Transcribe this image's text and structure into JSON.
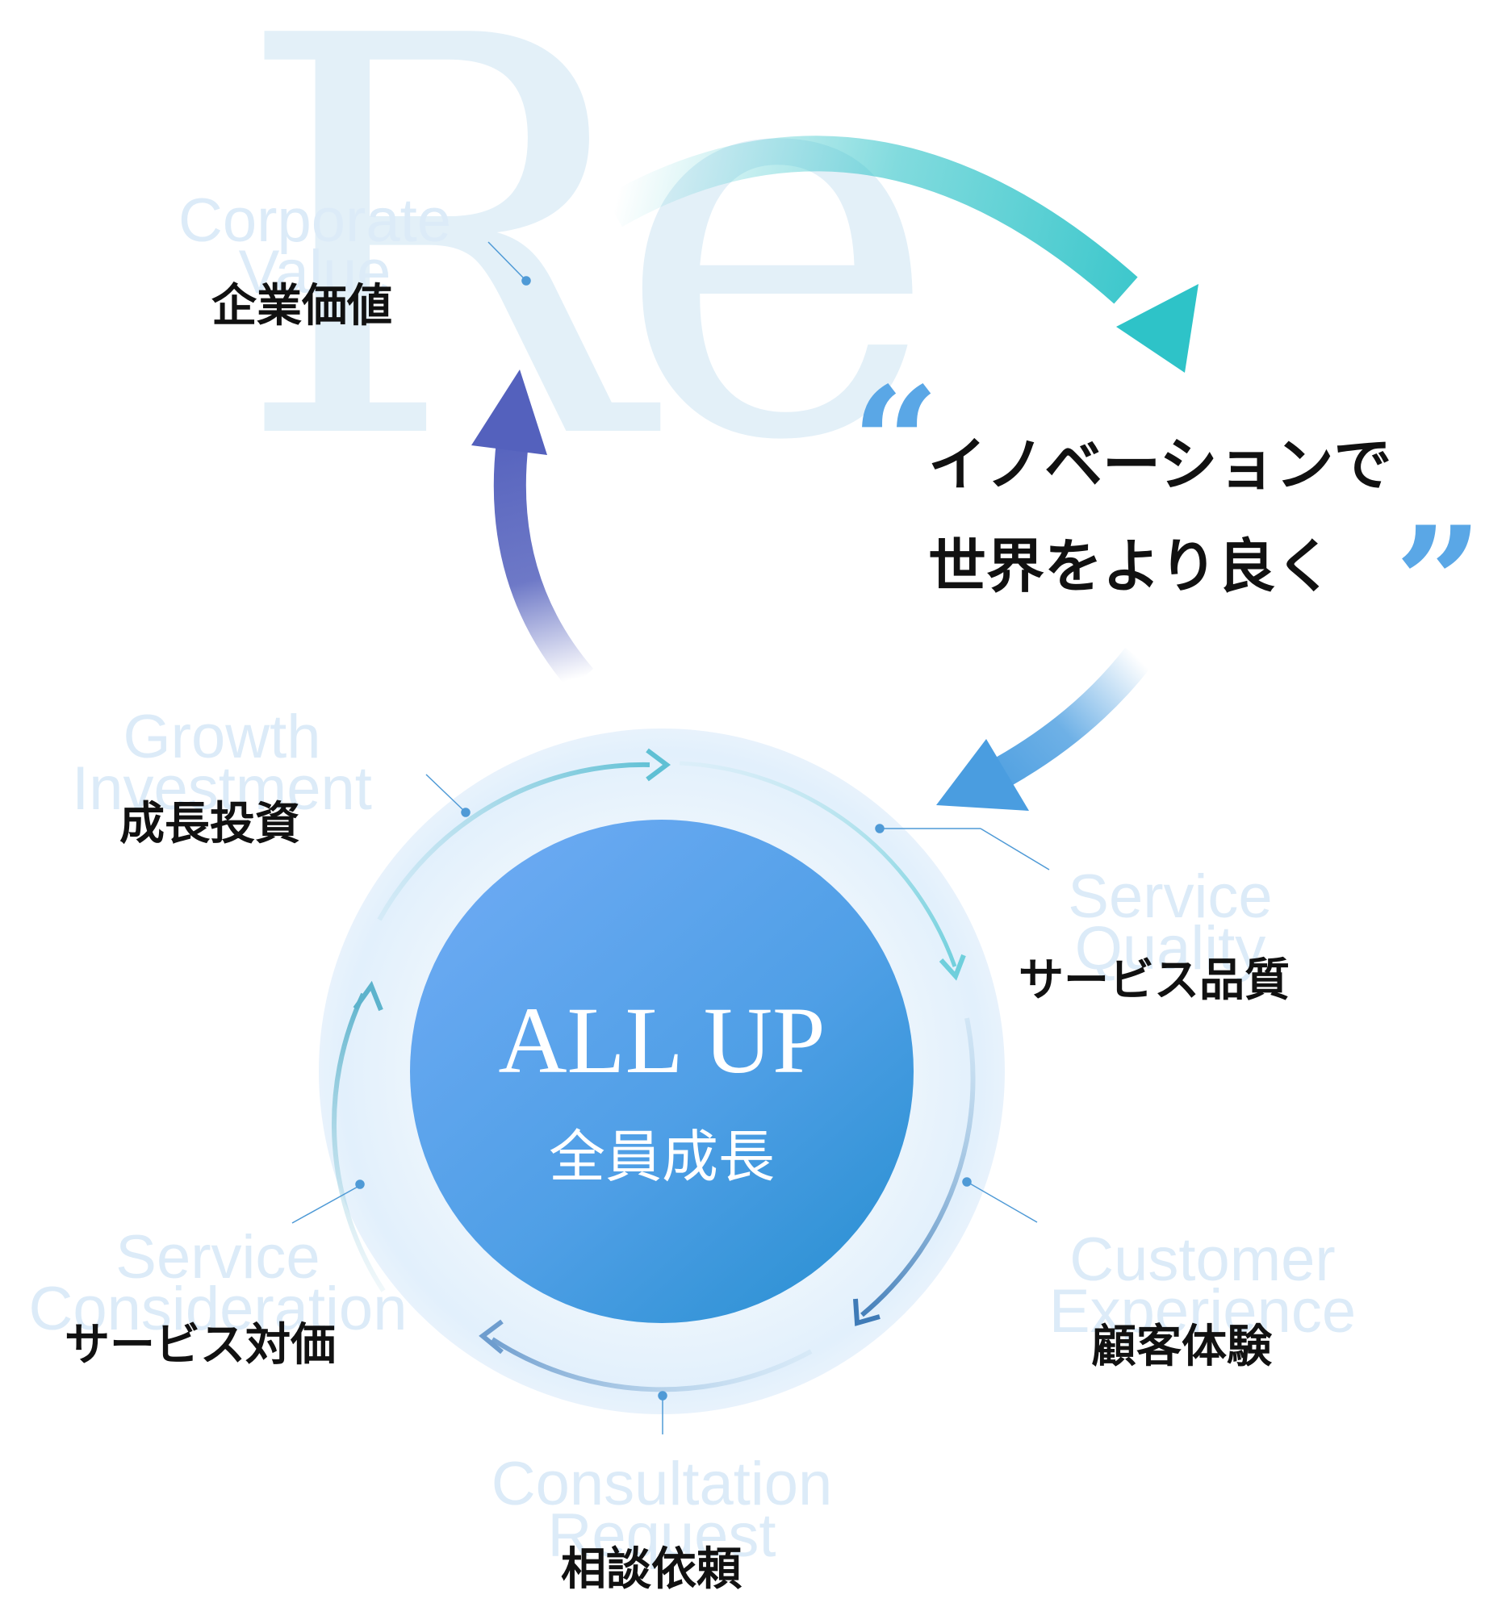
{
  "background_letters": "Re",
  "tagline": {
    "line1": "イノベーションで",
    "line2": "世界をより良く",
    "open_quote": "“",
    "close_quote": "”"
  },
  "center": {
    "title": "ALL UP",
    "subtitle": "全員成長"
  },
  "nodes": [
    {
      "en_line1": "Corporate",
      "en_line2": "Value",
      "jp": "企業価値"
    },
    {
      "en_line1": "Growth",
      "en_line2": "Investment",
      "jp": "成長投資"
    },
    {
      "en_line1": "Service",
      "en_line2": "Quality",
      "jp": "サービス品質"
    },
    {
      "en_line1": "Customer",
      "en_line2": "Experience",
      "jp": "顧客体験"
    },
    {
      "en_line1": "Service",
      "en_line2": "Consideration",
      "jp": "サービス対価"
    },
    {
      "en_line1": "Consultation",
      "en_line2": "Request",
      "jp": "相談依頼"
    }
  ],
  "colors": {
    "teal_arrow": "#2ec3c8",
    "indigo_arrow": "#5461bd",
    "blue_arrow": "#4a9de0",
    "center_circle_top": "#6aaaf4",
    "center_circle_bottom": "#2b8fd4",
    "outer_ring": "#e4f1fc",
    "english_label": "#dcebf8",
    "quote_mark": "#5aa7e6"
  }
}
